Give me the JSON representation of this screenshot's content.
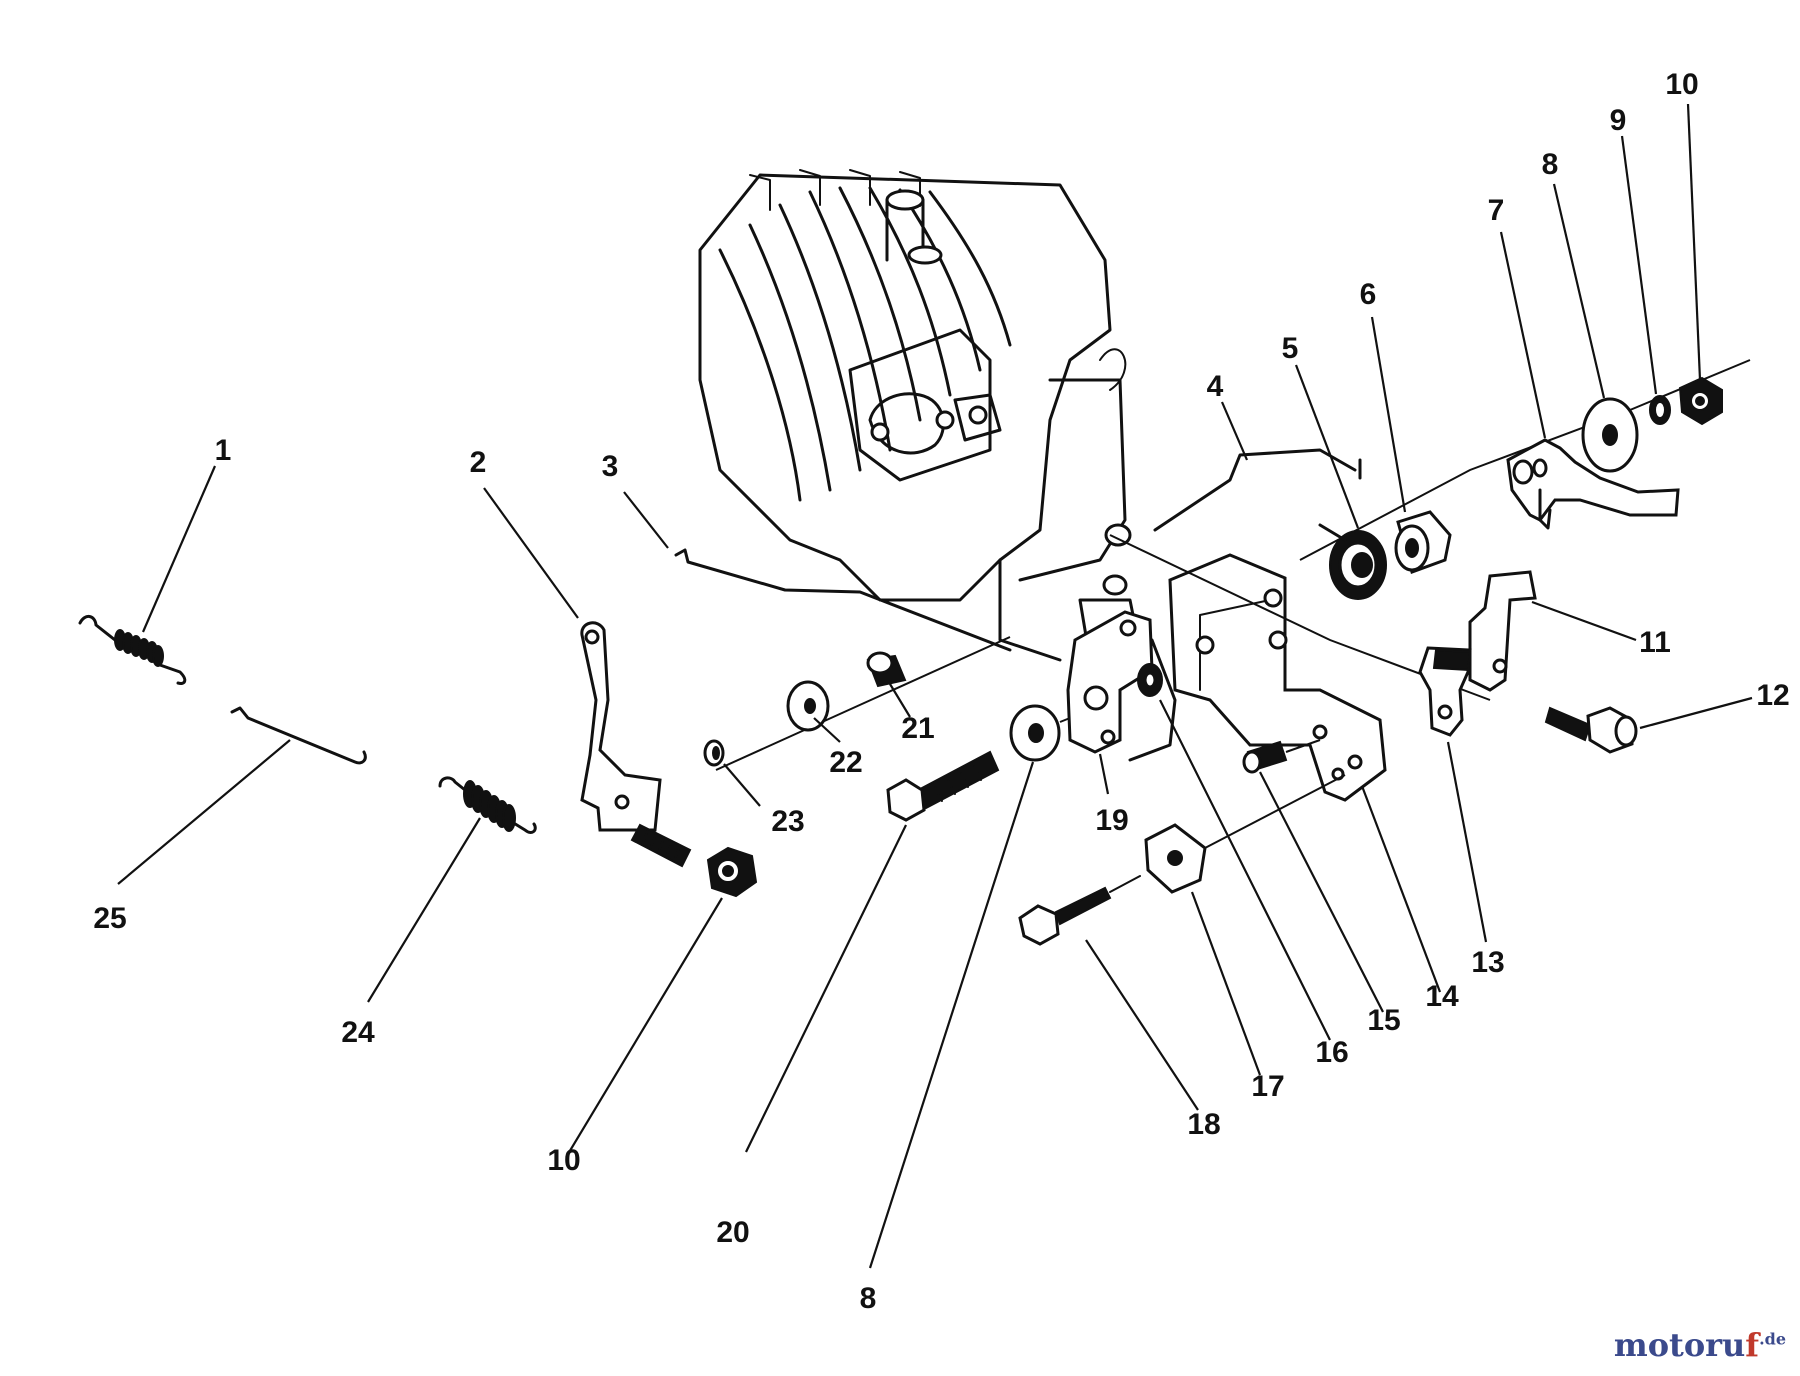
{
  "diagram": {
    "type": "exploded-parts-diagram",
    "labels": [
      {
        "id": "l1",
        "text": "1"
      },
      {
        "id": "l2",
        "text": "2"
      },
      {
        "id": "l3",
        "text": "3"
      },
      {
        "id": "l4",
        "text": "4"
      },
      {
        "id": "l5",
        "text": "5"
      },
      {
        "id": "l6",
        "text": "6"
      },
      {
        "id": "l7",
        "text": "7"
      },
      {
        "id": "l8a",
        "text": "8"
      },
      {
        "id": "l9",
        "text": "9"
      },
      {
        "id": "l10a",
        "text": "10"
      },
      {
        "id": "l11",
        "text": "11"
      },
      {
        "id": "l12",
        "text": "12"
      },
      {
        "id": "l13",
        "text": "13"
      },
      {
        "id": "l14",
        "text": "14"
      },
      {
        "id": "l15",
        "text": "15"
      },
      {
        "id": "l16",
        "text": "16"
      },
      {
        "id": "l17",
        "text": "17"
      },
      {
        "id": "l18",
        "text": "18"
      },
      {
        "id": "l19",
        "text": "19"
      },
      {
        "id": "l20",
        "text": "20"
      },
      {
        "id": "l21",
        "text": "21"
      },
      {
        "id": "l22",
        "text": "22"
      },
      {
        "id": "l23",
        "text": "23"
      },
      {
        "id": "l24",
        "text": "24"
      },
      {
        "id": "l25",
        "text": "25"
      },
      {
        "id": "l10b",
        "text": "10"
      },
      {
        "id": "l8b",
        "text": "8"
      }
    ]
  },
  "watermark": {
    "main_before": "motoru",
    "main_accent": "f",
    "tld": ".de"
  }
}
